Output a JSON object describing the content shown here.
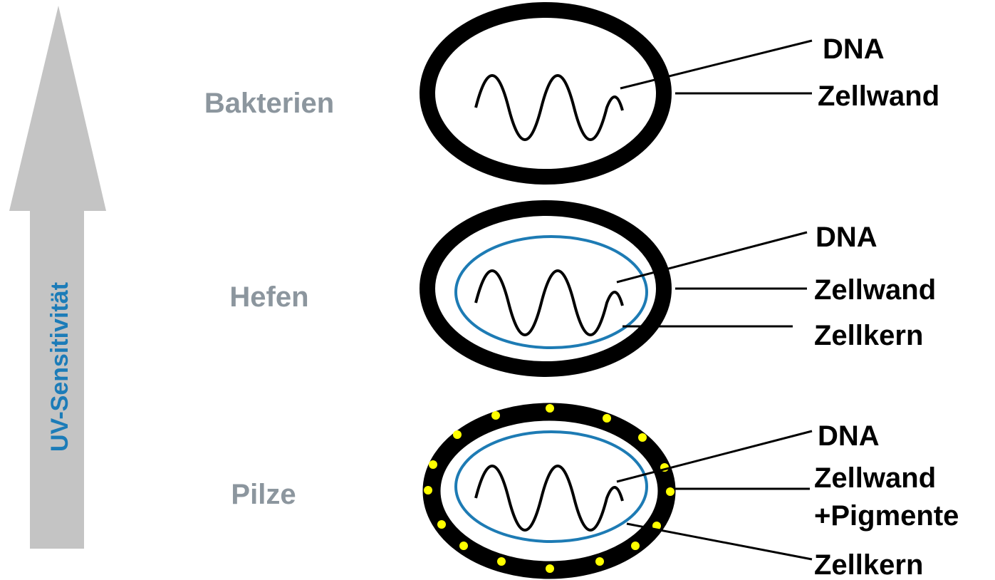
{
  "axis": {
    "label": "UV-Sensitivität",
    "label_color": "#1c7cb8",
    "arrow_color": "#c4c4c4"
  },
  "colors": {
    "group_label": "#8c969e",
    "outline": "#000000",
    "nucleus": "#1d7bb4",
    "pigment": "#ffff00"
  },
  "groups": [
    {
      "name": "Bakterien",
      "labels": [
        "DNA",
        "Zellwand"
      ]
    },
    {
      "name": "Hefen",
      "labels": [
        "DNA",
        "Zellwand",
        "Zellkern"
      ]
    },
    {
      "name": "Pilze",
      "labels": [
        "DNA",
        "Zellwand",
        "+Pigmente",
        "Zellkern"
      ]
    }
  ]
}
